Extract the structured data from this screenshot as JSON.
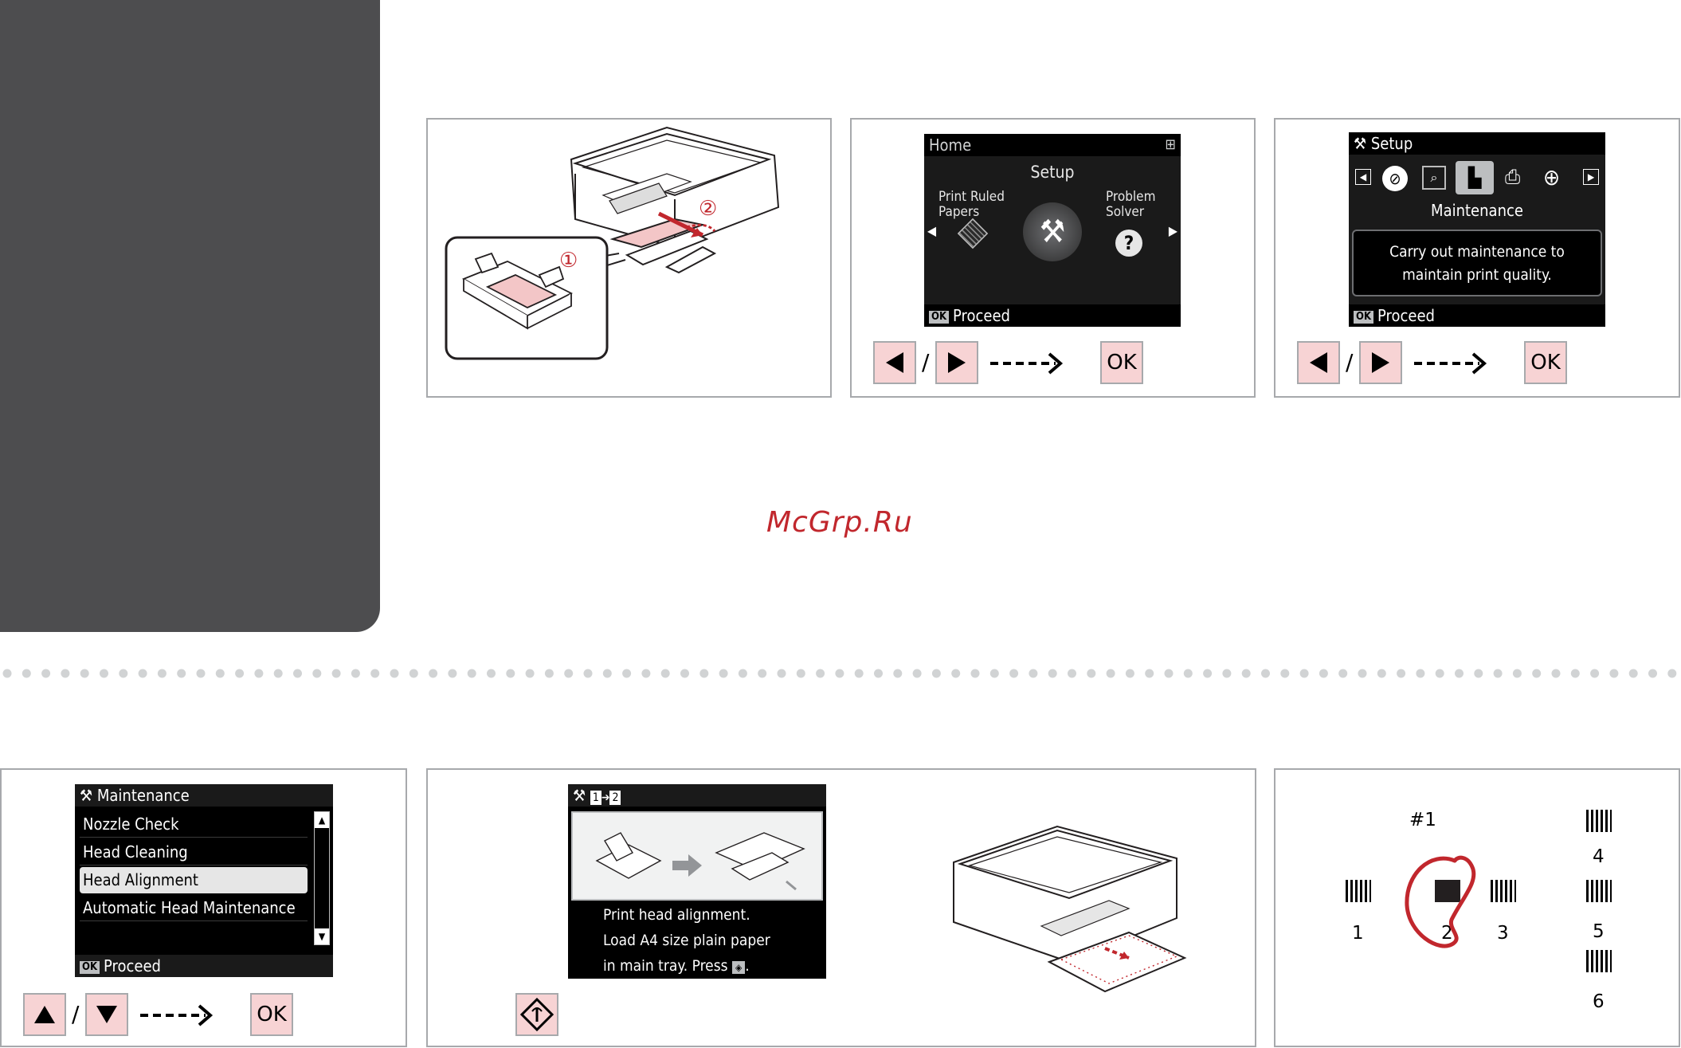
{
  "watermark": "McGrp.Ru",
  "panel2_lcd": {
    "header": "Home",
    "title": "Setup",
    "left_item": "Print Ruled Papers",
    "left_item_l1": "Print Ruled",
    "left_item_l2": "Papers",
    "right_item_l1": "Problem",
    "right_item_l2": "Solver",
    "footer_tag": "OK",
    "footer": "Proceed"
  },
  "panel3_lcd": {
    "header": "Setup",
    "item": "Maintenance",
    "desc_l1": "Carry out maintenance to",
    "desc_l2": "maintain print quality.",
    "footer_tag": "OK",
    "footer": "Proceed"
  },
  "panel4_lcd": {
    "header": "Maintenance",
    "items": [
      "Nozzle Check",
      "Head Cleaning",
      "Head Alignment",
      "Automatic Head Maintenance"
    ],
    "selected_index": 2,
    "footer_tag": "OK",
    "footer": "Proceed"
  },
  "panel5_lcd": {
    "line1": "Print head alignment.",
    "line2": "Load A4 size plain paper",
    "line3": "in main tray. Press",
    "line3_end": "."
  },
  "panel1": {
    "step1": "①",
    "step2": "②"
  },
  "buttons": {
    "ok": "OK",
    "slash": "/"
  },
  "pattern": {
    "title": "#1",
    "labels": [
      "1",
      "2",
      "3",
      "4",
      "5",
      "6"
    ],
    "selected": 2
  },
  "colors": {
    "sidebar": "#4d4d4f",
    "button_fill": "#f7d3d4",
    "accent_red": "#c1272d"
  }
}
